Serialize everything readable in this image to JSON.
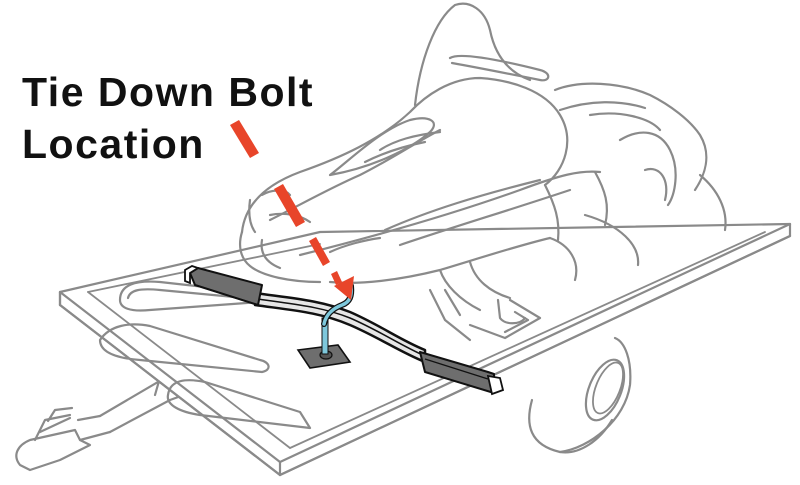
{
  "diagram": {
    "callout": {
      "line1": "Tie Down Bolt",
      "line2": "Location"
    },
    "subjects": [
      "snowmobile",
      "flatbed-trailer",
      "tie-down-bar",
      "tie-down-bolt",
      "mounting-plate"
    ],
    "colors": {
      "outline": "#8a8a8a",
      "arrow": "#e8452a",
      "bolt": "#7ec8dc",
      "bar_end": "#6e6e6e",
      "bar_middle": "#e6e6e6",
      "text": "#111111",
      "background": "#ffffff"
    }
  }
}
